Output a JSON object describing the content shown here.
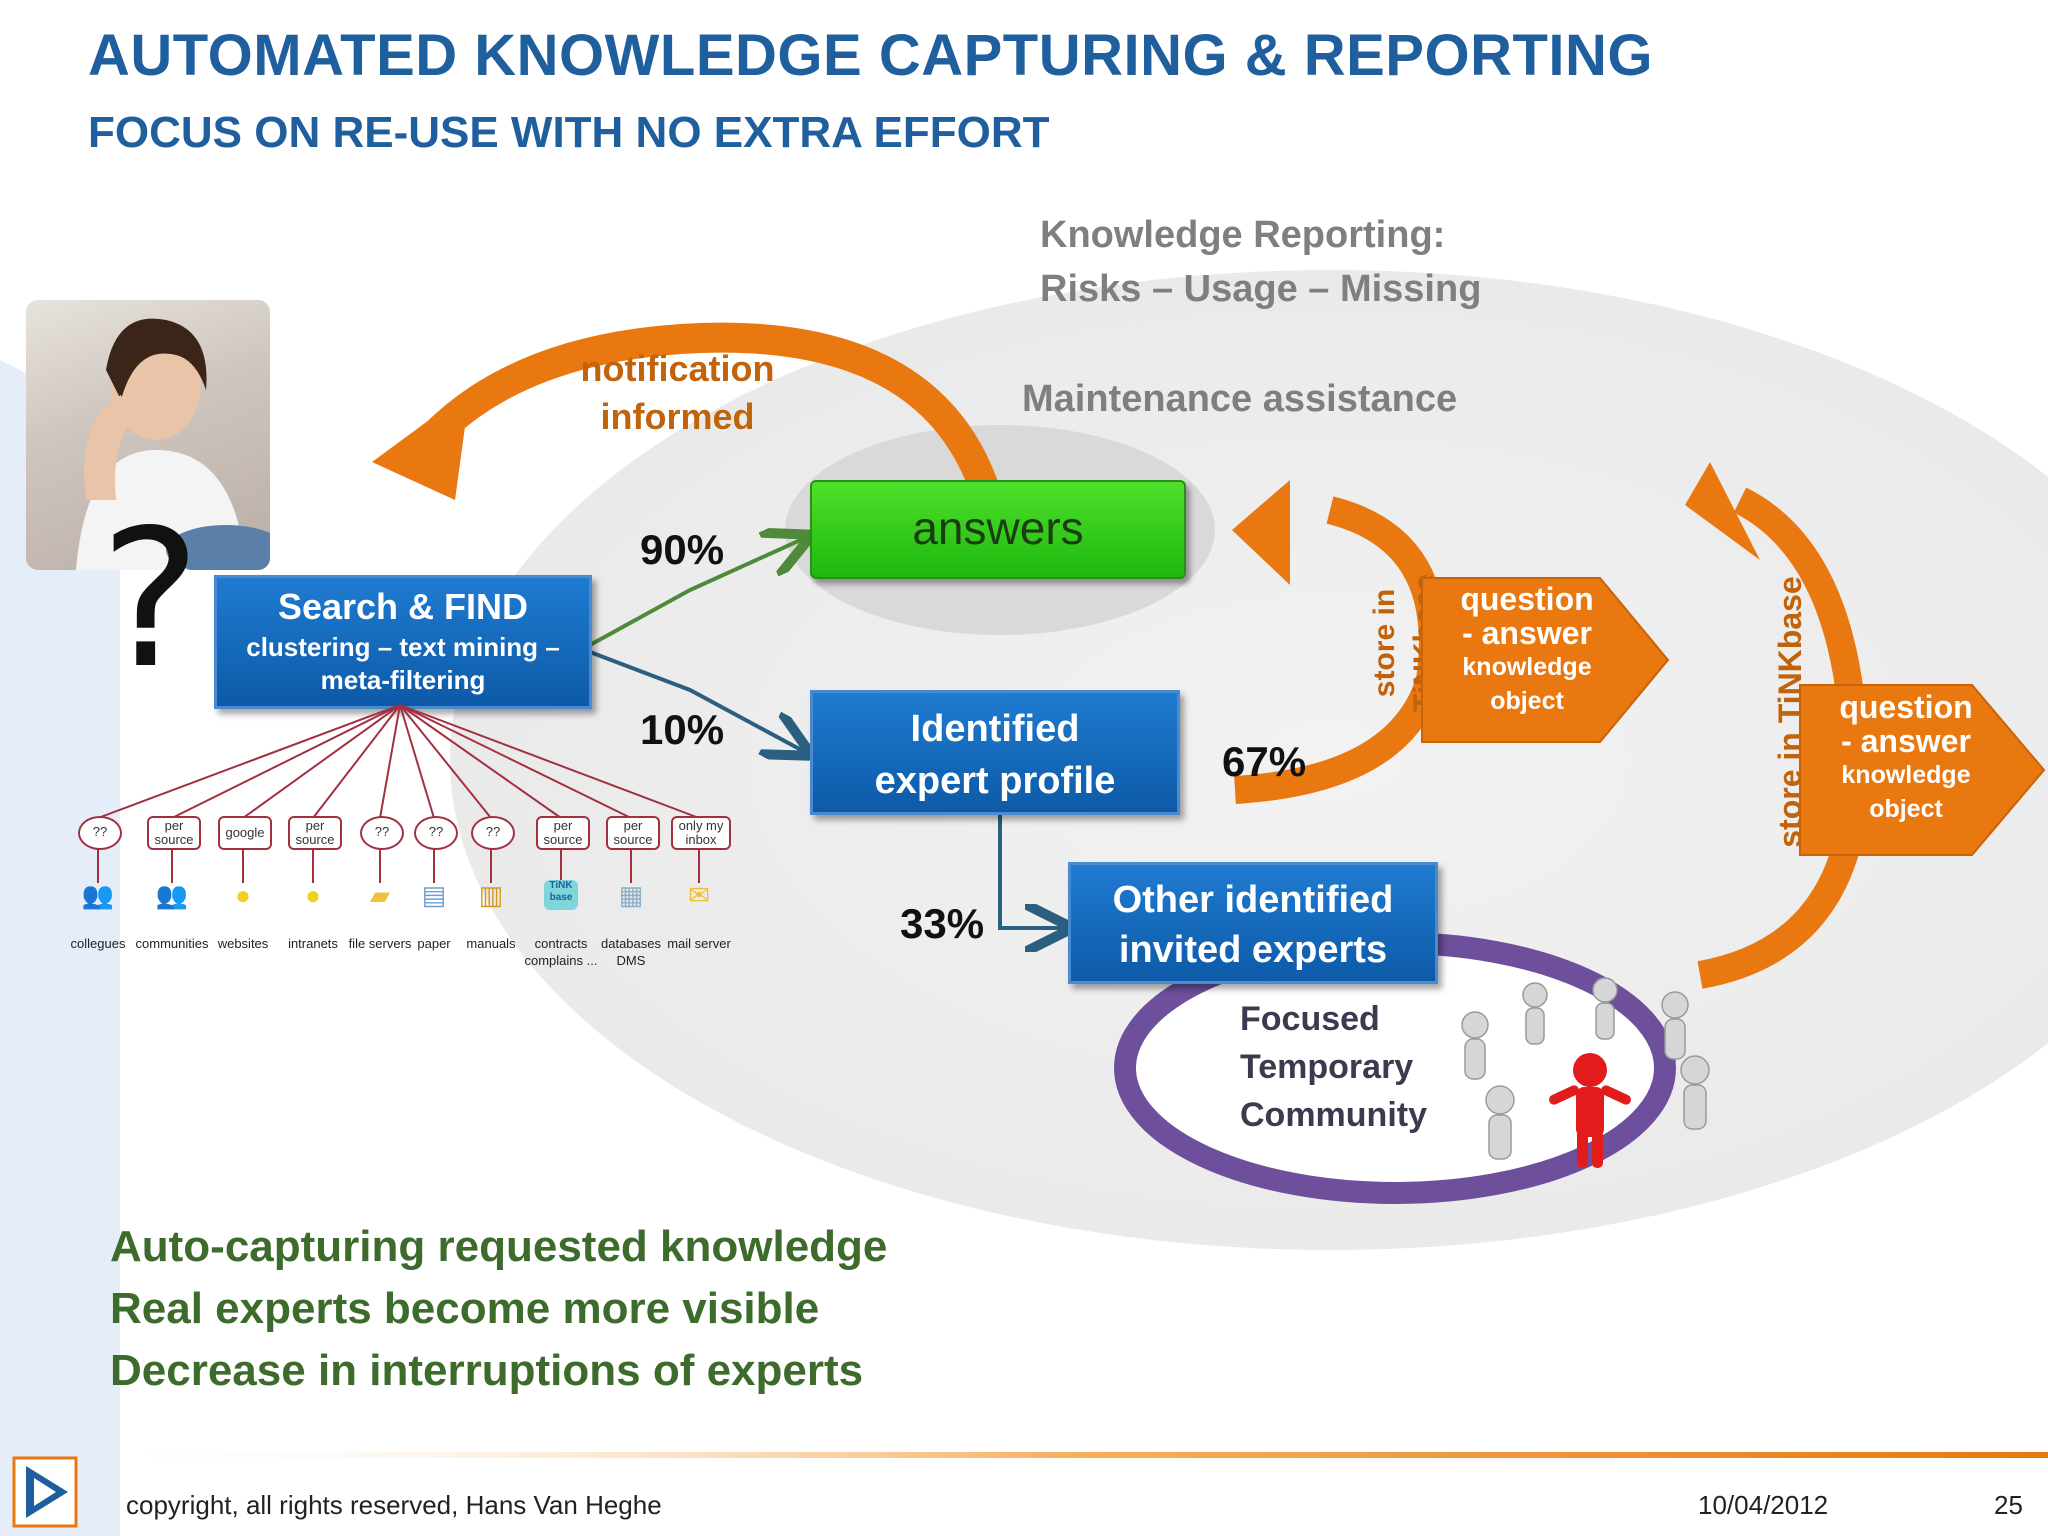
{
  "slide": {
    "title": "AUTOMATED KNOWLEDGE CAPTURING & REPORTING",
    "subtitle": "FOCUS ON RE-USE WITH NO EXTRA EFFORT"
  },
  "reporting": {
    "line1": "Knowledge Reporting:",
    "line2": "Risks – Usage – Missing",
    "maintenance": "Maintenance assistance"
  },
  "notification": {
    "line1": "notification",
    "line2": "informed"
  },
  "question_mark": "?",
  "search_box": {
    "title": "Search & FIND",
    "line2": "clustering – text mining –",
    "line3": "meta-filtering"
  },
  "answers_box": "answers",
  "percentages": {
    "p90": "90%",
    "p10": "10%",
    "p67": "67%",
    "p33": "33%"
  },
  "expert_box": {
    "line1": "Identified",
    "line2": "expert profile"
  },
  "other_experts_box": {
    "line1": "Other identified",
    "line2": "invited experts"
  },
  "community": {
    "line1": "Focused",
    "line2": "Temporary",
    "line3": "Community"
  },
  "store_labels": {
    "left_line1": "store in",
    "left_line2": "TiNKbase",
    "right": "store in TiNKbase"
  },
  "qa_left": {
    "line1": "question",
    "line2": "- answer",
    "line3": "knowledge",
    "line4": "object"
  },
  "qa_right": {
    "line1": "question",
    "line2": "- answer",
    "line3": "knowledge",
    "line4": "object"
  },
  "sources": [
    {
      "tag": "??",
      "label": "collegues",
      "icon": "people-icon"
    },
    {
      "tag": "per source",
      "label": "communities",
      "icon": "group-icon"
    },
    {
      "tag": "google",
      "label": "websites",
      "icon": "globe-icon"
    },
    {
      "tag": "per source",
      "label": "intranets",
      "icon": "globe-icon"
    },
    {
      "tag": "??",
      "label": "file servers",
      "icon": "folder-icon"
    },
    {
      "tag": "??",
      "label": "paper",
      "icon": "document-icon"
    },
    {
      "tag": "??",
      "label": "manuals",
      "icon": "book-icon"
    },
    {
      "tag": "per source",
      "label": "contracts complains ...",
      "icon": "tinkbase-icon"
    },
    {
      "tag": "per source",
      "label": "databases DMS",
      "icon": "database-icon"
    },
    {
      "tag": "only my inbox",
      "label": "mail server",
      "icon": "mail-icon"
    }
  ],
  "tinkbase_icon_text": "TiNK base",
  "bullets": [
    "Auto-capturing requested knowledge",
    "Real experts become more visible",
    "Decrease in interruptions of experts"
  ],
  "footer": {
    "copyright": "copyright, all rights reserved, Hans Van Heghe",
    "date": "10/04/2012",
    "page": "25"
  },
  "colors": {
    "title_blue": "#1f5f9e",
    "box_blue": "#0d5aa8",
    "orange": "#e8780f",
    "green": "#2fbf1f",
    "bullet_green": "#3d6b2c",
    "purple": "#6d4f9c"
  }
}
